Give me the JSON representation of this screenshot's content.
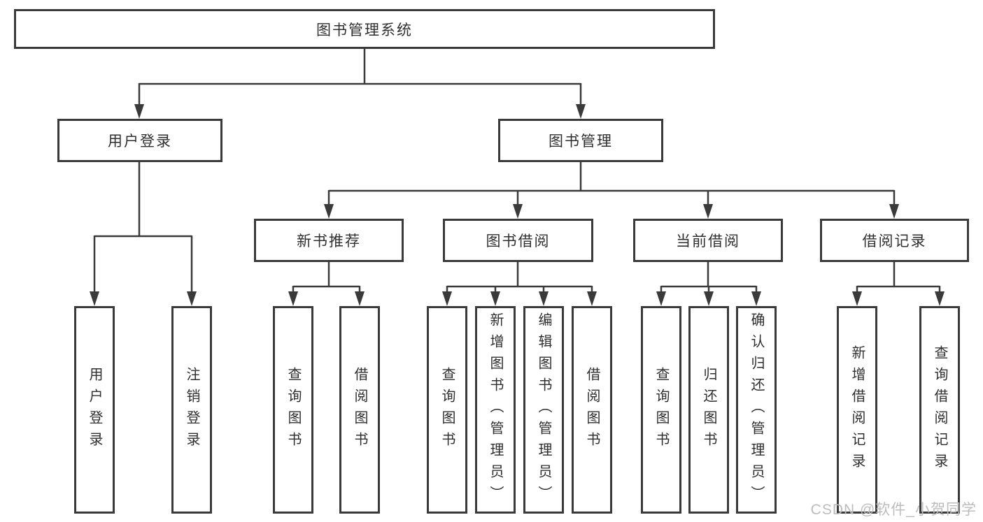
{
  "diagram": {
    "title": "图书管理系统",
    "colors": {
      "line": "#3a3a3a",
      "text": "#2f2f2f",
      "background": "#ffffff",
      "watermark": "#bcbcbc"
    },
    "level2": {
      "user_login": {
        "label": "用户登录"
      },
      "book_mgmt": {
        "label": "图书管理"
      }
    },
    "user_login_children": [
      {
        "label": "用户登录"
      },
      {
        "label": "注销登录"
      }
    ],
    "modules": [
      {
        "label": "新书推荐",
        "children": [
          {
            "label": "查询图书"
          },
          {
            "label": "借阅图书"
          }
        ]
      },
      {
        "label": "图书借阅",
        "children": [
          {
            "label": "查询图书"
          },
          {
            "label": "新增图书（管理员）"
          },
          {
            "label": "编辑图书（管理员）"
          },
          {
            "label": "借阅图书"
          }
        ]
      },
      {
        "label": "当前借阅",
        "children": [
          {
            "label": "查询图书"
          },
          {
            "label": "归还图书"
          },
          {
            "label": "确认归还（管理员）"
          }
        ]
      },
      {
        "label": "借阅记录",
        "children": [
          {
            "label": "新增借阅记录"
          },
          {
            "label": "查询借阅记录"
          }
        ]
      }
    ]
  },
  "watermark": {
    "text": "CSDN @软件_小贺同学"
  }
}
